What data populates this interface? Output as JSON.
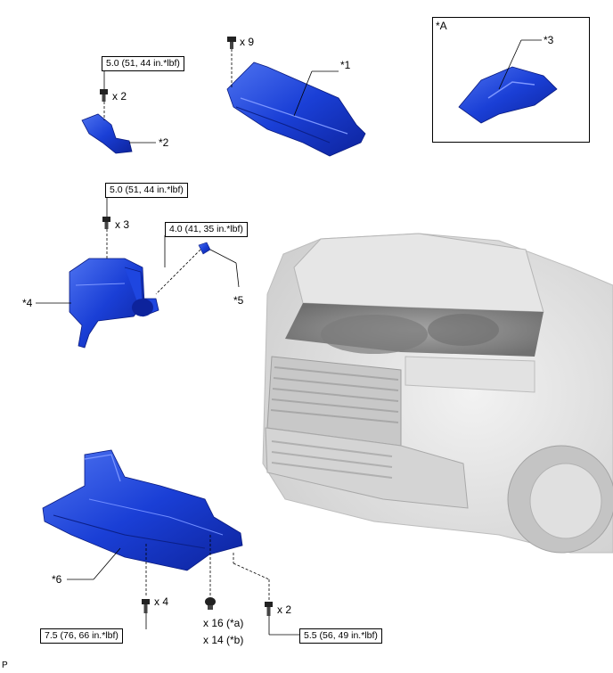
{
  "callouts": {
    "c1": "*1",
    "c2": "*2",
    "c3": "*3",
    "c4": "*4",
    "c5": "*5",
    "c6": "*6",
    "cA": "*A"
  },
  "quantities": {
    "q_x9": "x 9",
    "q_x2_top": "x 2",
    "q_x3": "x 3",
    "q_x4": "x 4",
    "q_x16": "x 16 (*a)",
    "q_x14": "x 14 (*b)",
    "q_x2_bottom": "x 2"
  },
  "torque_specs": {
    "t_radiator_bracket": "5.0 (51, 44 in.*lbf)",
    "t_air_cleaner": "5.0 (51, 44 in.*lbf)",
    "t_inlet": "4.0 (41, 35 in.*lbf)",
    "t_under_cover_left": "7.5 (76, 66 in.*lbf)",
    "t_under_cover_right": "5.5 (56, 49 in.*lbf)"
  },
  "footer_code": "P",
  "colors": {
    "part_blue": "#1a3fd6",
    "part_blue_dark": "#0d239c",
    "part_blue_light": "#4d72f0",
    "vehicle_gray": "#d9d9d9"
  }
}
